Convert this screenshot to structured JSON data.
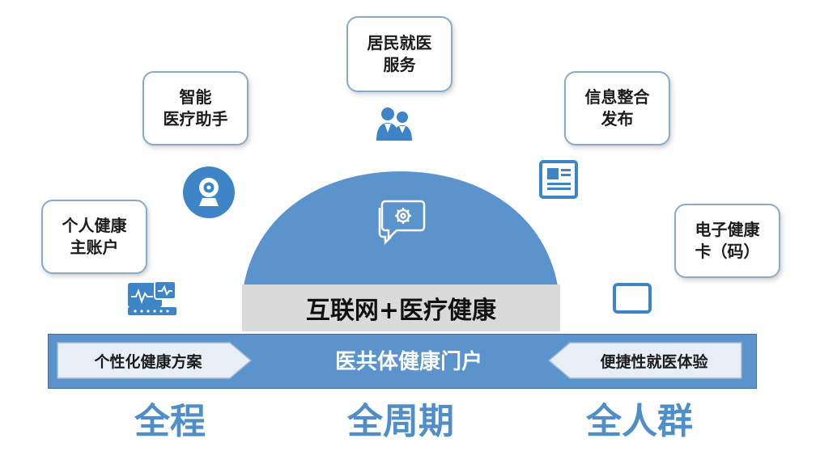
{
  "colors": {
    "primary_blue": "#5b93cc",
    "icon_blue": "#3d85c6",
    "box_border": "#8aaac8",
    "tagline_blue": "#4f8ec9",
    "center_bar_gray": "#dadada"
  },
  "service_boxes": {
    "resident_medical": {
      "line1": "居民就医",
      "line2": "服务",
      "icon": "doctors-icon"
    },
    "smart_assistant": {
      "line1": "智能",
      "line2": "医疗助手",
      "icon": "webcam-icon"
    },
    "info_integration": {
      "line1": "信息整合",
      "line2": "发布",
      "icon": "news-document-icon"
    },
    "personal_account": {
      "line1": "个人健康",
      "line2": "主账户",
      "icon": "monitor-card-icon"
    },
    "health_card": {
      "line1": "电子健康",
      "line2": "卡（码）",
      "icon": "tablet-icon"
    }
  },
  "dome": {
    "icon": "chat-gear-icon"
  },
  "center_bar": {
    "title": "互联网+医疗健康"
  },
  "portal": {
    "title": "医共体健康门户",
    "left_arrow": "个性化健康方案",
    "right_arrow": "便捷性就医体验"
  },
  "taglines": [
    "全程",
    "全周期",
    "全人群"
  ]
}
